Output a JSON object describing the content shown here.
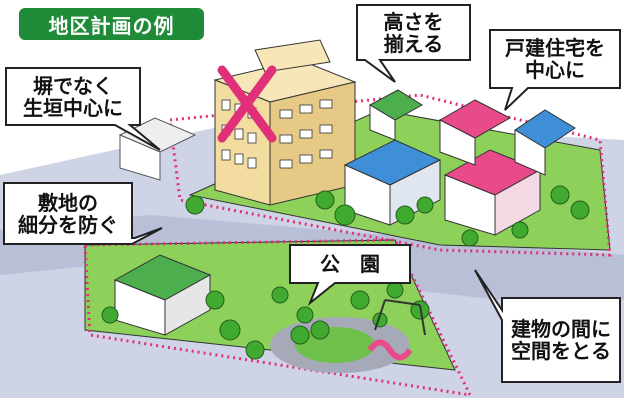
{
  "title": "地区計画の例",
  "callouts": {
    "hedge": "塀でなく\n生垣中心に",
    "height": "高さを\n揃える",
    "detached": "戸建住宅を\n中心に",
    "subdivide": "敷地の\n細分を防ぐ",
    "park": "公　園",
    "spacing": "建物の間に\n空間をとる"
  },
  "colors": {
    "title_badge": "#1f8a37",
    "road": "#b9bfd6",
    "grass": "#8ed15a",
    "tree": "#3faa2f",
    "district_boundary": "#e0307a",
    "cross_mark": "#e0307a",
    "roof_blue": "#3f8fd8",
    "roof_pink": "#e84a8a",
    "roof_green": "#4cae4c",
    "building_tan": "#f2dca0"
  }
}
